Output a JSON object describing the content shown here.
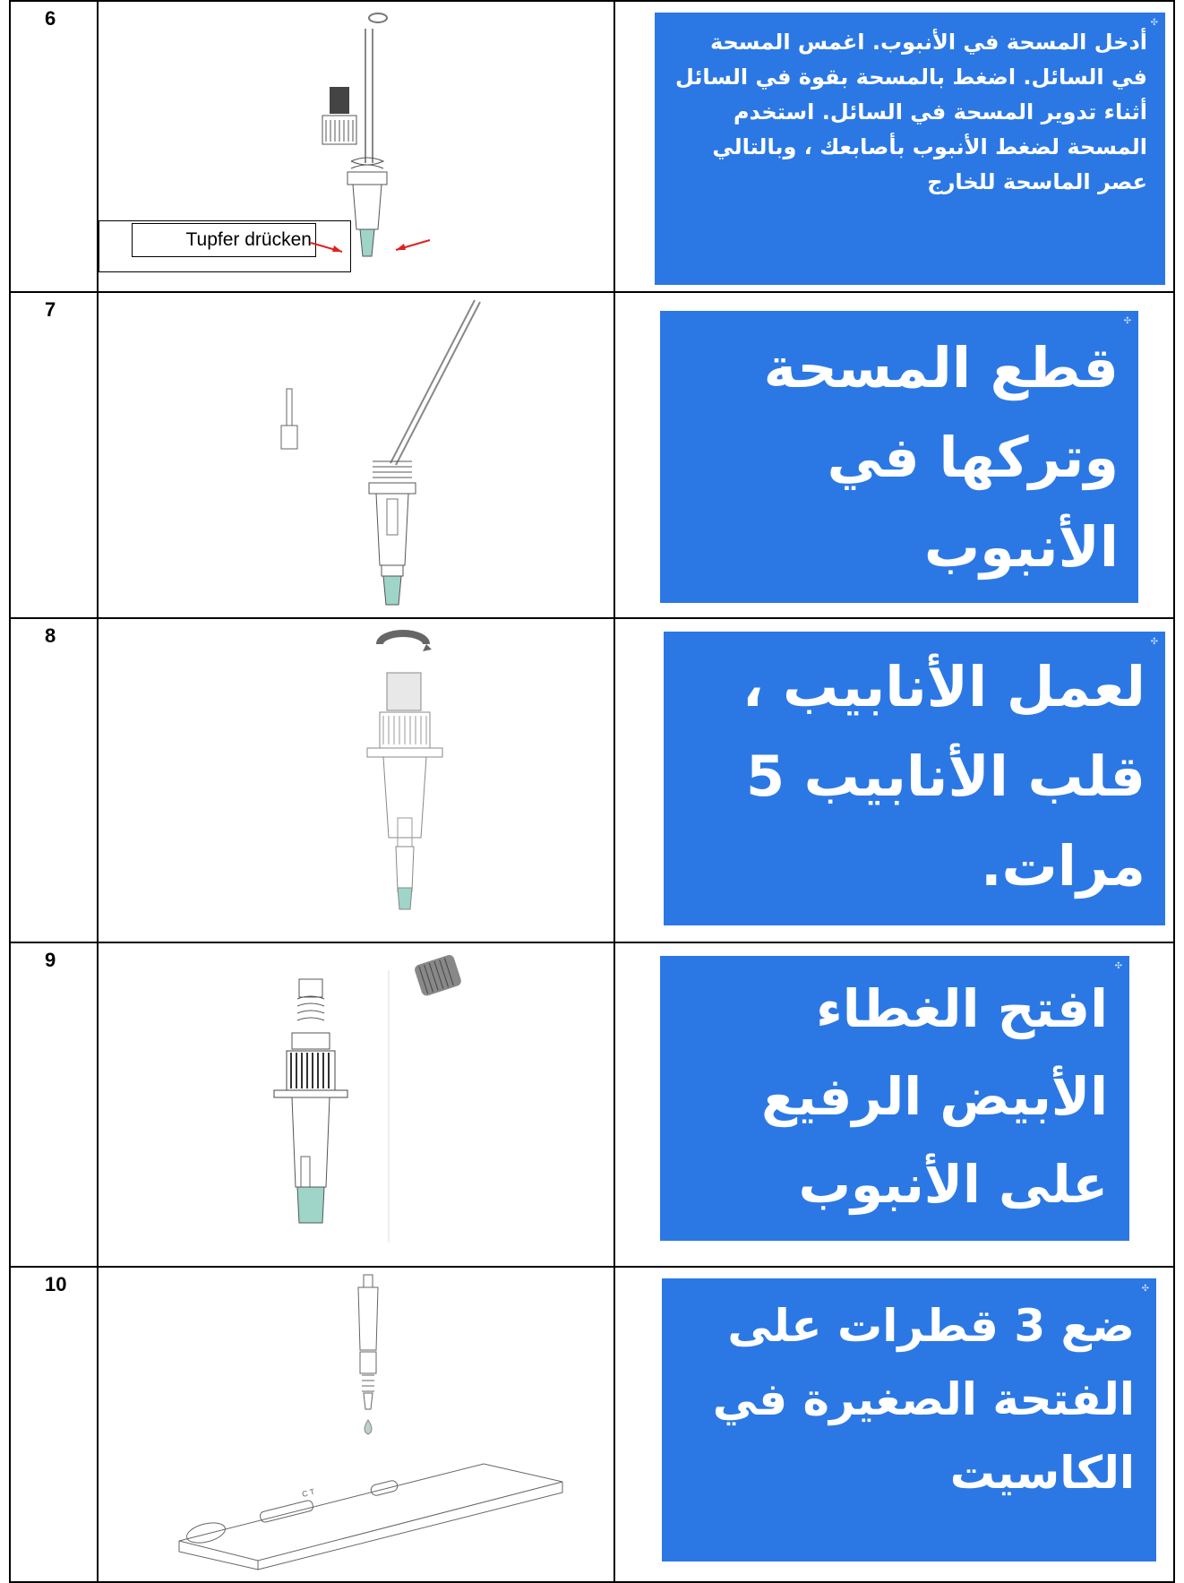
{
  "rows": [
    {
      "number": "6",
      "instruction": "أدخل المسحة في الأنبوب. اغمس المسحة في السائل. اضغط بالمسحة بقوة في السائل أثناء تدوير المسحة في السائل. استخدم المسحة لضغط الأنبوب بأصابعك ، وبالتالي عصر الماسحة للخارج",
      "callout": "Tupfer drücken"
    },
    {
      "number": "7",
      "instruction": "قطع المسحة وتركها في الأنبوب"
    },
    {
      "number": "8",
      "instruction": "لعمل الأنابيب ، قلب الأنابيب 5 مرات."
    },
    {
      "number": "9",
      "instruction": "افتح الغطاء الأبيض الرفيع على الأنبوب"
    },
    {
      "number": "10",
      "instruction": "ضع 3 قطرات على الفتحة الصغيرة في الكاسيت"
    }
  ],
  "colors": {
    "instruction_box": "#2b78e4",
    "fluid": "#9fd4c9",
    "arrow": "#e02020"
  },
  "icons": {
    "box_mark": "✣"
  }
}
